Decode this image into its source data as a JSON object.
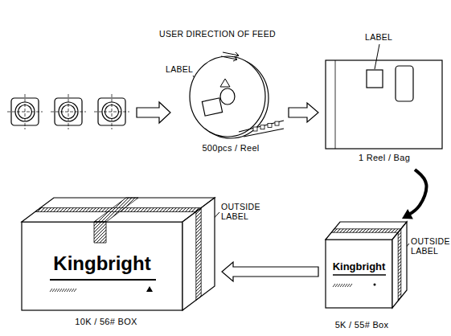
{
  "diagram": {
    "nodes": [
      {
        "text": [
          "500pcs / Reel"
        ]
      },
      {
        "text": [
          "1 Reel / Bag"
        ]
      },
      {
        "text": [
          "Kingbright",
          "5K / 55# Box"
        ]
      },
      {
        "text": [
          "Kingbright",
          "10K / 56# BOX"
        ]
      }
    ],
    "edges": [
      {
        "from": 0,
        "to": 1,
        "arrow": "to"
      },
      {
        "from": 1,
        "to": 2,
        "arrow": "to"
      },
      {
        "from": 2,
        "to": 3,
        "arrow": "to"
      }
    ],
    "labels": [
      "USER DIRECTION OF FEED",
      "LABEL",
      "LABEL",
      "OUTSIDE LABEL",
      "OUTSIDE LABEL"
    ]
  }
}
